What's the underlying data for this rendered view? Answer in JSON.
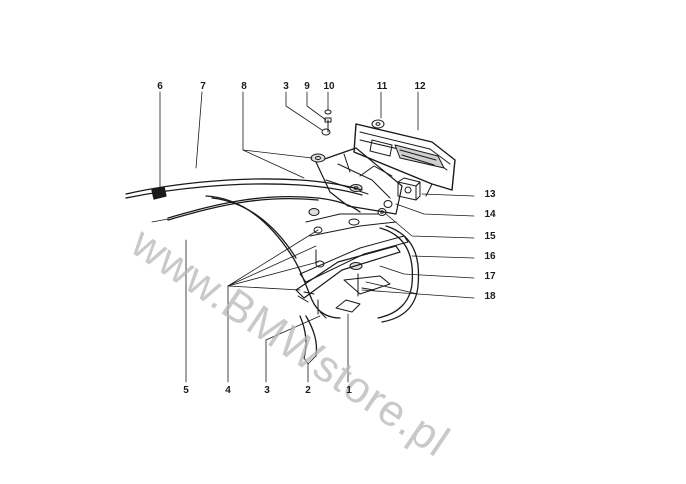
{
  "watermark": "www.BMWstore.pl",
  "callouts": [
    "6",
    "7",
    "8",
    "3",
    "9",
    "10",
    "11",
    "12",
    "13",
    "14",
    "15",
    "16",
    "17",
    "18",
    "5",
    "4",
    "3",
    "2",
    "1"
  ],
  "colors": {
    "ink": "#1a1a1a",
    "watermark": "#b8b8b8",
    "background": "#ffffff"
  }
}
